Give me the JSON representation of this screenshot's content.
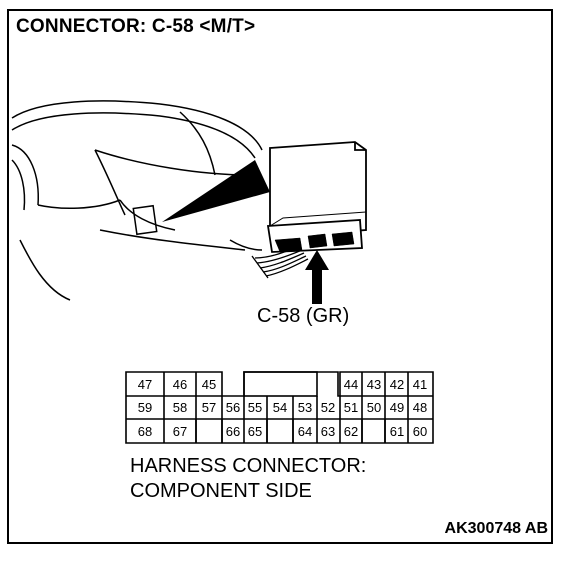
{
  "title": "CONNECTOR: C-58 <M/T>",
  "connector_label": "C-58 (GR)",
  "caption_line1": "HARNESS CONNECTOR:",
  "caption_line2": "COMPONENT SIDE",
  "figure_code": "AK300748 AB",
  "pins": {
    "row1_left": [
      "47",
      "46",
      "45"
    ],
    "row1_right": [
      "44",
      "43",
      "42",
      "41"
    ],
    "row2": [
      "59",
      "58",
      "57",
      "56",
      "55",
      "54",
      "53",
      "52",
      "51",
      "50",
      "49",
      "48"
    ],
    "row3_left": [
      "68",
      "67"
    ],
    "row3_mid": [
      "66",
      "65",
      "64",
      "63",
      "62"
    ],
    "row3_right": [
      "61",
      "60"
    ]
  }
}
